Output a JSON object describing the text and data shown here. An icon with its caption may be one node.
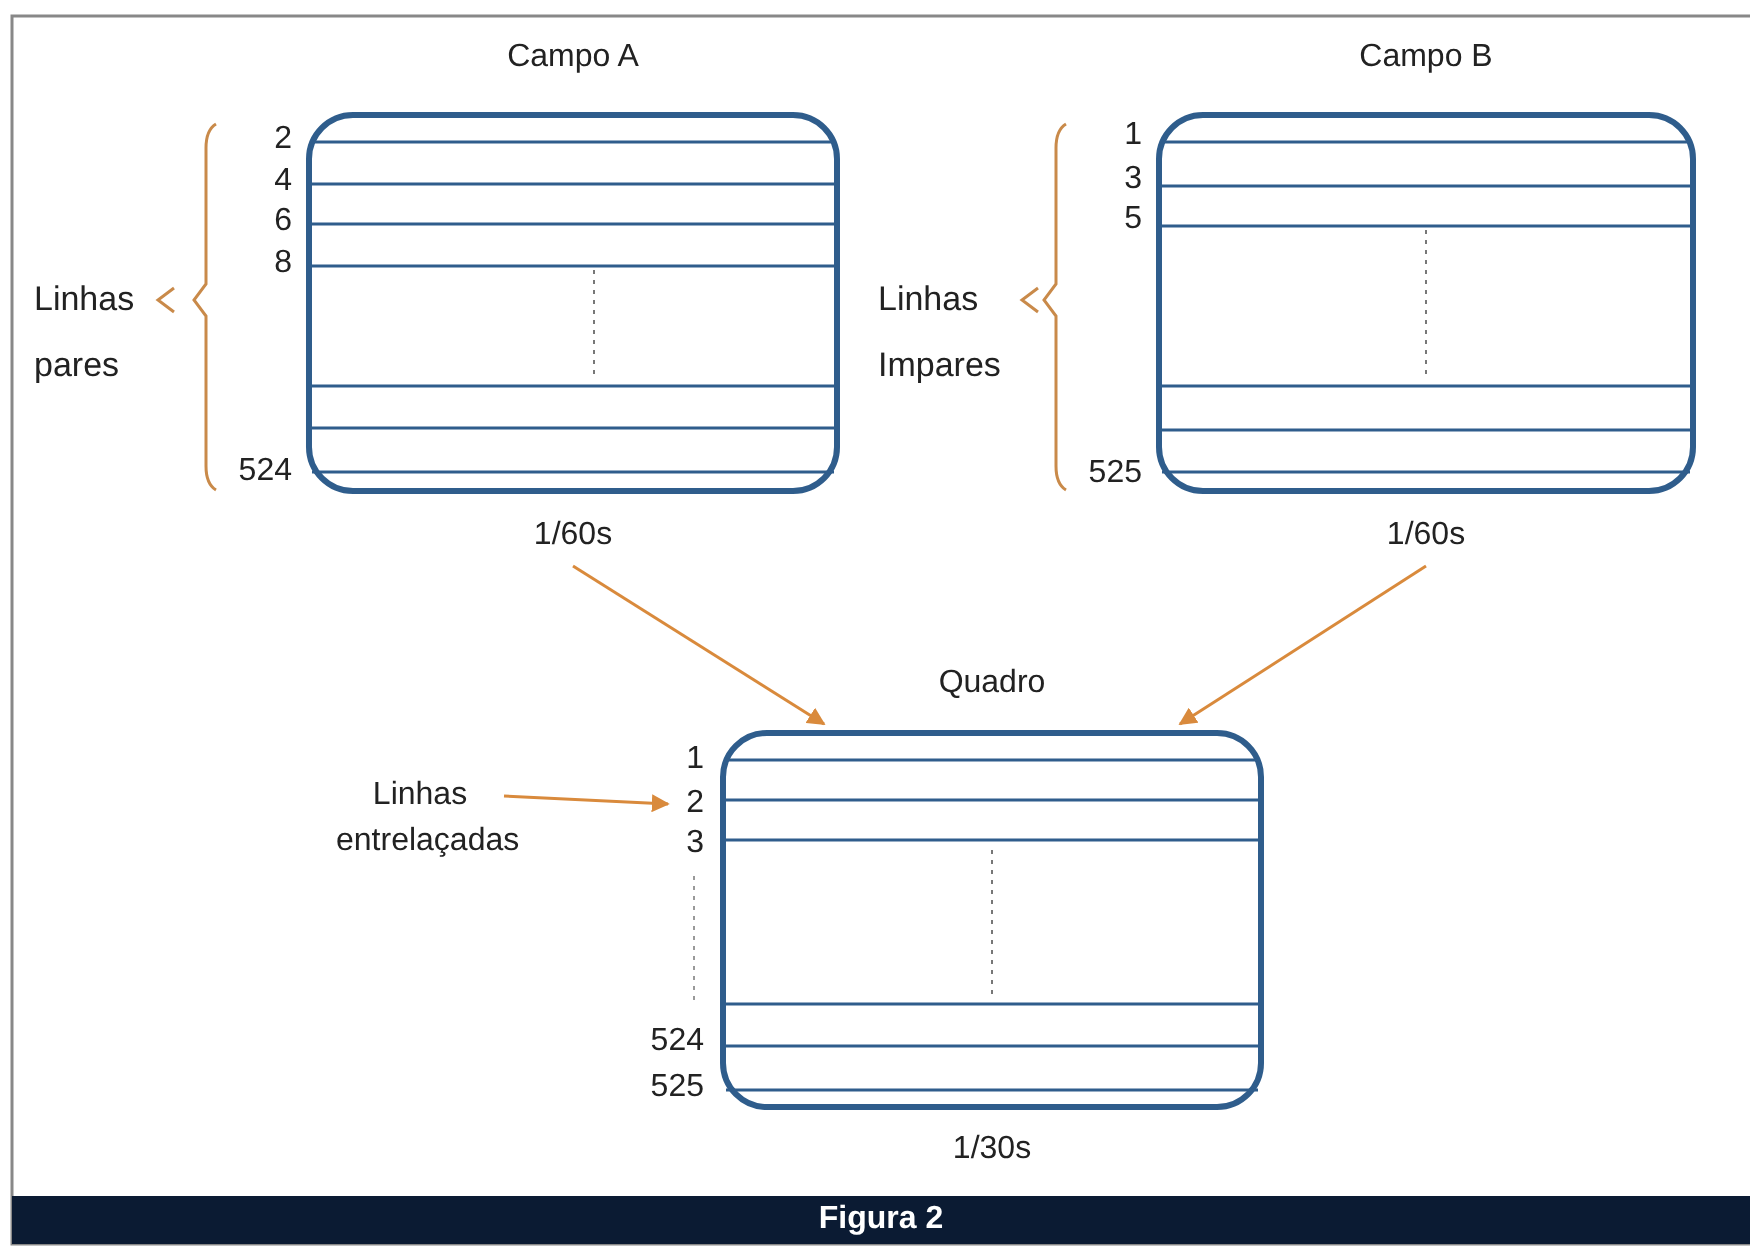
{
  "diagram": {
    "caption": "Figura 2",
    "nodes": [
      {
        "text": [
          "Campo A"
        ],
        "beside": [
          "1/60s"
        ]
      },
      {
        "text": [
          "Campo B"
        ],
        "beside": [
          "1/60s"
        ]
      },
      {
        "text": [
          "Quadro"
        ],
        "beside": [
          "1/30s"
        ]
      },
      {
        "text": [
          "Linhas entrelaçadas"
        ]
      },
      {
        "text": [
          "2"
        ]
      }
    ],
    "edges": [
      {
        "from": 0,
        "to": 2,
        "arrow": "to"
      },
      {
        "from": 1,
        "to": 2,
        "arrow": "to"
      },
      {
        "from": 3,
        "to": 4,
        "arrow": "to"
      }
    ],
    "labels": [
      "2",
      "4",
      "6",
      "8",
      "Linhas pares",
      "524",
      "1",
      "3",
      "5",
      "Linhas Impares",
      "525",
      "1",
      "3",
      "524",
      "525"
    ]
  }
}
